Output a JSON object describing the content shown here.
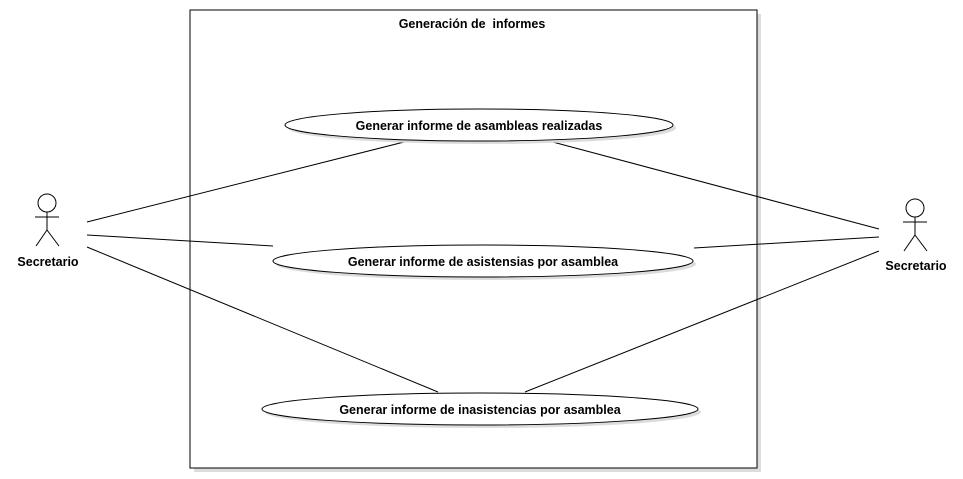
{
  "system": {
    "title": "Generación de  informes"
  },
  "actors": [
    {
      "label": "Secretario"
    },
    {
      "label": "Secretario"
    }
  ],
  "use_cases": [
    {
      "label": "Generar informe de asambleas realizadas"
    },
    {
      "label": "Generar informe de asistensias por asamblea"
    },
    {
      "label": "Generar informe de inasistencias por asamblea"
    }
  ],
  "colors": {
    "line": "#000000",
    "shadow": "#d9d9d9",
    "background": "#ffffff"
  }
}
